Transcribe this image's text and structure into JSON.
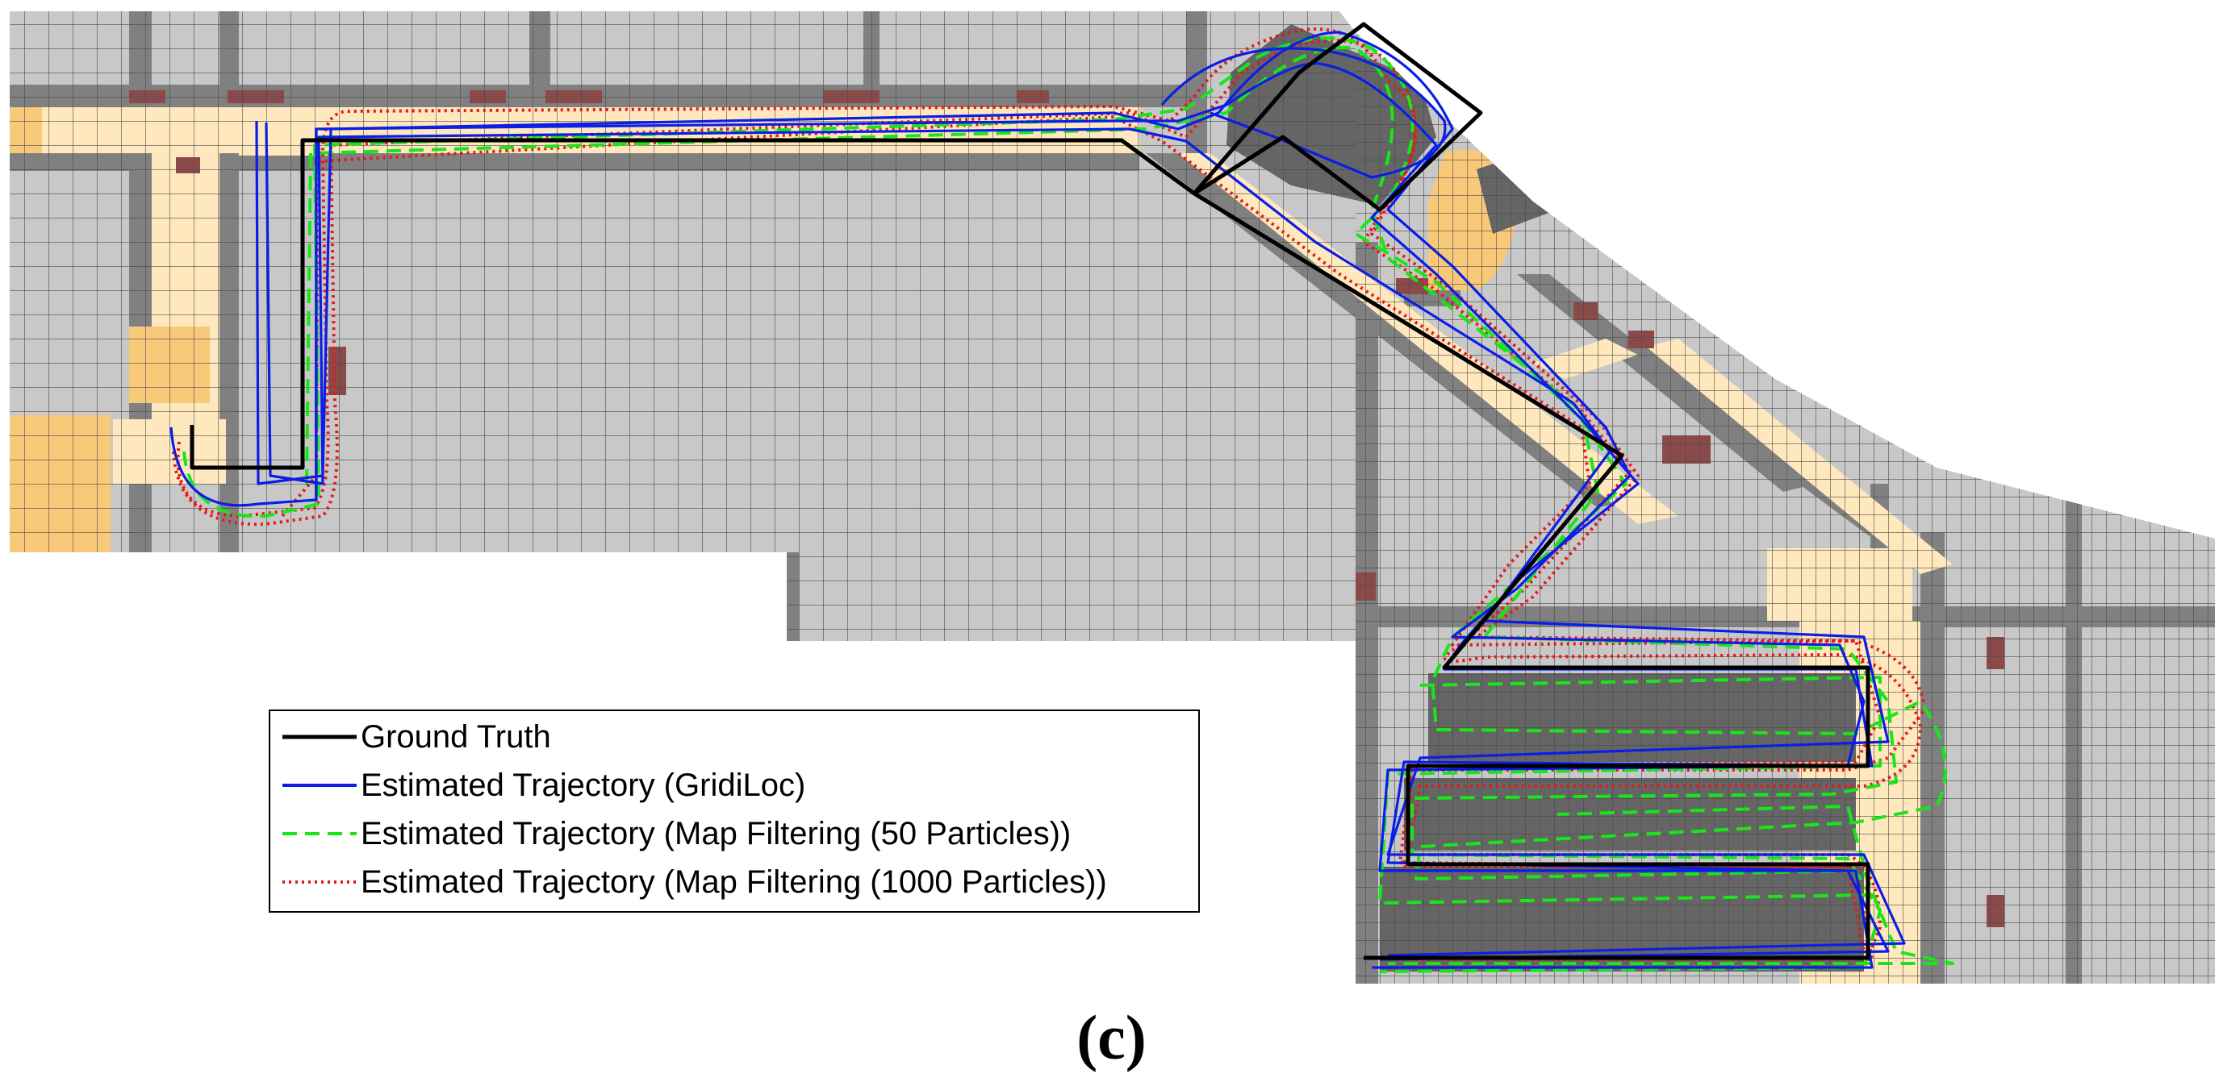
{
  "figure": {
    "caption": "(c)"
  },
  "map": {
    "colors": {
      "background_cell": "#c8c8c8",
      "wall": "#808080",
      "dark_room": "#656565",
      "corridor": "#ffe8bd",
      "orange_zone": "#f9c97a",
      "red_mark": "#8b4a4a",
      "grid_line": "#000000"
    }
  },
  "legend": {
    "items": [
      {
        "key": "ground_truth",
        "label": "Ground Truth",
        "color": "#000000",
        "style": "solid"
      },
      {
        "key": "gridiloc",
        "label": "Estimated Trajectory (GridiLoc)",
        "color": "#0a1ee6",
        "style": "solid"
      },
      {
        "key": "mf50",
        "label": "Estimated Trajectory (Map Filtering (50 Particles))",
        "color": "#19e619",
        "style": "dashed"
      },
      {
        "key": "mf1000",
        "label": "Estimated Trajectory (Map Filtering (1000 Particles))",
        "color": "#e61919",
        "style": "dotted"
      }
    ]
  }
}
